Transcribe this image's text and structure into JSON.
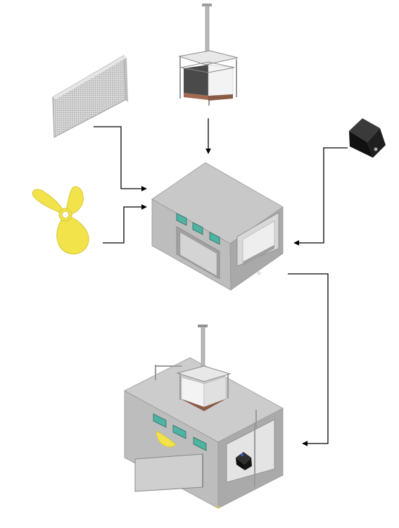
{
  "diagram": {
    "components": [
      {
        "id": "filter",
        "icon": "filter-panel-icon"
      },
      {
        "id": "rack",
        "icon": "sample-rack-icon"
      },
      {
        "id": "propeller",
        "icon": "fan-propeller-icon"
      },
      {
        "id": "sensor",
        "icon": "sensor-module-icon"
      },
      {
        "id": "cabinet",
        "icon": "enclosure-cabinet-icon"
      },
      {
        "id": "assembly",
        "icon": "assembled-system-icon"
      }
    ],
    "connections": [
      {
        "from": "filter",
        "to": "cabinet"
      },
      {
        "from": "rack",
        "to": "cabinet"
      },
      {
        "from": "propeller",
        "to": "cabinet"
      },
      {
        "from": "sensor",
        "to": "cabinet"
      },
      {
        "from": "cabinet",
        "to": "assembly"
      }
    ],
    "colors": {
      "panel_light": "#cfcfcf",
      "panel_mid": "#bdbdbd",
      "panel_dark": "#a9a9a9",
      "window_teal": "#4fb3a3",
      "propeller_yellow": "#f2e34b",
      "arrow": "#000000"
    }
  }
}
